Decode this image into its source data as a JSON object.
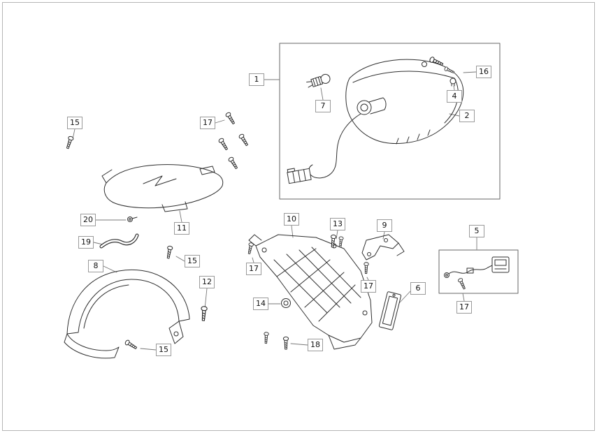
{
  "diagram": {
    "background_color": "#ffffff",
    "page_border_color": "#b5b5b5",
    "line_color": "#2f2f2f",
    "leader_color": "#777777",
    "callout_style": {
      "border_color": "#9a9a9a",
      "text_color": "#111111",
      "fill": "#ffffff"
    },
    "group_boxes": [
      {
        "name": "tail-light-assembly-box",
        "callout": "1"
      },
      {
        "name": "wiring-harness-box",
        "callout": "5"
      }
    ],
    "callouts": [
      {
        "label": "1"
      },
      {
        "label": "7"
      },
      {
        "label": "16"
      },
      {
        "label": "4"
      },
      {
        "label": "2"
      },
      {
        "label": "15"
      },
      {
        "label": "17"
      },
      {
        "label": "11"
      },
      {
        "label": "20"
      },
      {
        "label": "19"
      },
      {
        "label": "15"
      },
      {
        "label": "8"
      },
      {
        "label": "12"
      },
      {
        "label": "15"
      },
      {
        "label": "10"
      },
      {
        "label": "13"
      },
      {
        "label": "9"
      },
      {
        "label": "17"
      },
      {
        "label": "17"
      },
      {
        "label": "14"
      },
      {
        "label": "6"
      },
      {
        "label": "18"
      },
      {
        "label": "5"
      },
      {
        "label": "17"
      }
    ]
  }
}
